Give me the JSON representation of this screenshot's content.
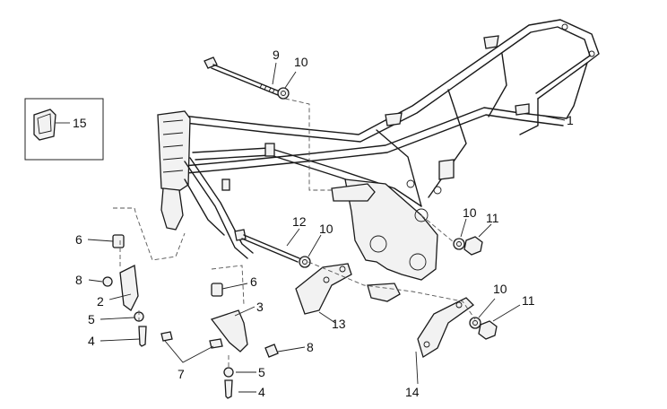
{
  "callouts": {
    "c1": "1",
    "c2": "2",
    "c3": "3",
    "c4a": "4",
    "c4b": "4",
    "c5a": "5",
    "c5b": "5",
    "c6a": "6",
    "c6b": "6",
    "c7": "7",
    "c8a": "8",
    "c8b": "8",
    "c9": "9",
    "c10a": "10",
    "c10b": "10",
    "c10c": "10",
    "c10d": "10",
    "c11a": "11",
    "c11b": "11",
    "c12": "12",
    "c13": "13",
    "c14": "14",
    "c15": "15"
  },
  "colors": {
    "line": "#1a1a1a",
    "fill": "#f2f2f2",
    "background": "#ffffff"
  }
}
